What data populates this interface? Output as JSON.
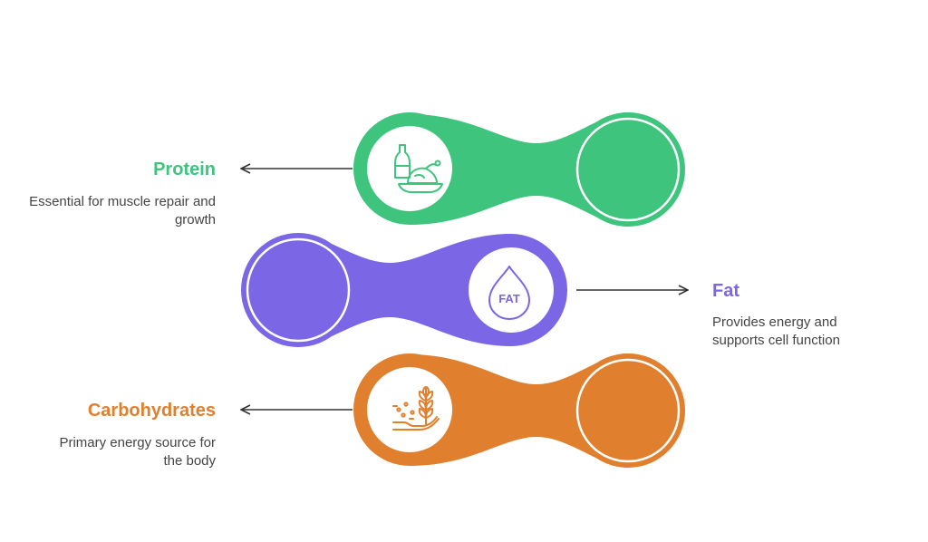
{
  "colors": {
    "protein": "#3ec47d",
    "fat": "#7b67e6",
    "carbohydrates": "#e07f2e",
    "arrow": "#333333",
    "text": "#444444"
  },
  "items": [
    {
      "key": "protein",
      "title": "Protein",
      "description": "Essential for muscle repair and growth",
      "icon": "chicken-plate-icon"
    },
    {
      "key": "fat",
      "title": "Fat",
      "description": "Provides energy and supports cell function",
      "icon": "fat-drop-icon",
      "icon_text": "FAT"
    },
    {
      "key": "carbohydrates",
      "title": "Carbohydrates",
      "description": "Primary energy source for the body",
      "icon": "wheat-grain-icon"
    }
  ]
}
